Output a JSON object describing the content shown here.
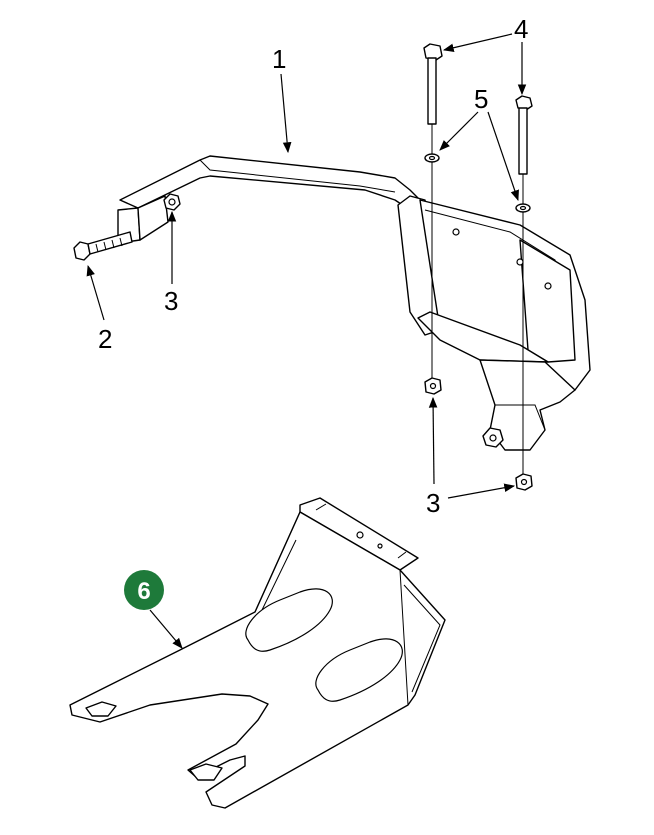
{
  "callouts": {
    "c1": "1",
    "c2": "2",
    "c3a": "3",
    "c3b": "3",
    "c4": "4",
    "c5": "5",
    "c6": "6"
  },
  "colors": {
    "badge": "#1e7a3a",
    "line": "#000000"
  }
}
